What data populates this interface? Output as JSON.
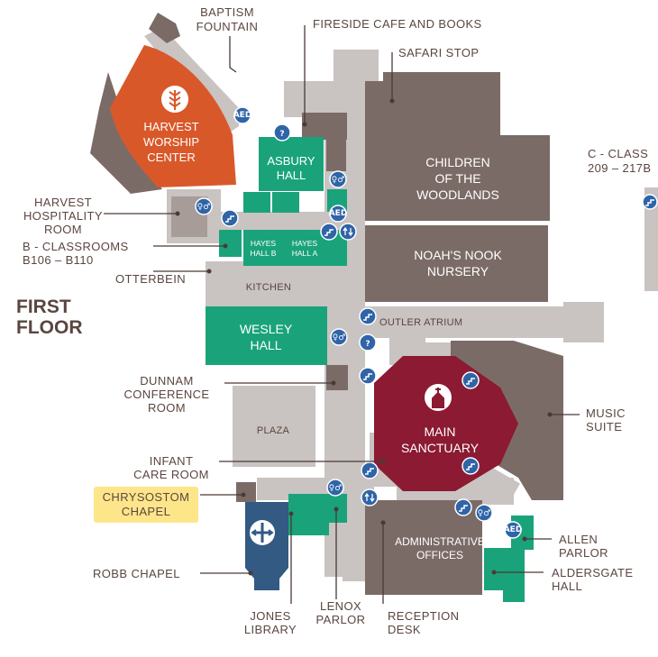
{
  "floor": {
    "line1": "FIRST",
    "line2": "FLOOR"
  },
  "colors": {
    "corridor": "#c9c3c1",
    "building": "#7b6b66",
    "green": "#1aa37a",
    "orange": "#d9582a",
    "maroon": "#8b1a32",
    "blue": "#325a82",
    "highlight": "#fde58a",
    "icon": "#2f64a8"
  },
  "rooms": {
    "harvest": [
      "HARVEST",
      "WORSHIP",
      "CENTER"
    ],
    "asbury": [
      "ASBURY",
      "HALL"
    ],
    "children": [
      "CHILDREN",
      "OF THE",
      "WOODLANDS"
    ],
    "noah": [
      "NOAH'S NOOK",
      "NURSERY"
    ],
    "hayes_b": [
      "HAYES",
      "HALL B"
    ],
    "hayes_a": [
      "HAYES",
      "HALL A"
    ],
    "kitchen": "KITCHEN",
    "wesley": [
      "WESLEY",
      "HALL"
    ],
    "atrium": "OUTLER ATRIUM",
    "plaza": "PLAZA",
    "sanctuary": [
      "MAIN",
      "SANCTUARY"
    ],
    "admin": [
      "ADMINISTRATIVE",
      "OFFICES"
    ]
  },
  "callouts": {
    "baptism": [
      "BAPTISM",
      "FOUNTAIN"
    ],
    "fireside": "FIRESIDE CAFE AND BOOKS",
    "safari": "SAFARI STOP",
    "class_c": [
      "C - CLASS",
      "209 – 217B"
    ],
    "hospitality": [
      "HARVEST",
      "HOSPITALITY",
      "ROOM"
    ],
    "classrooms_b": [
      "B - CLASSROOMS",
      "B106 – B110"
    ],
    "otterbein": "OTTERBEIN",
    "dunnam": [
      "DUNNAM",
      "CONFERENCE",
      "ROOM"
    ],
    "infant": [
      "INFANT",
      "CARE ROOM"
    ],
    "chrysostom": [
      "CHRYSOSTOM",
      "CHAPEL"
    ],
    "robb": "ROBB CHAPEL",
    "jones": [
      "JONES",
      "LIBRARY"
    ],
    "lenox": [
      "LENOX",
      "PARLOR"
    ],
    "reception": [
      "RECEPTION",
      "DESK"
    ],
    "music": [
      "MUSIC",
      "SUITE"
    ],
    "allen": [
      "ALLEN",
      "PARLOR"
    ],
    "aldersgate": [
      "ALDERSGATE",
      "HALL"
    ]
  },
  "icons": {
    "aed": "AED",
    "info": "?",
    "restroom": "restroom-icon",
    "stairs": "stairs-icon",
    "elevator": "elevator-icon"
  }
}
